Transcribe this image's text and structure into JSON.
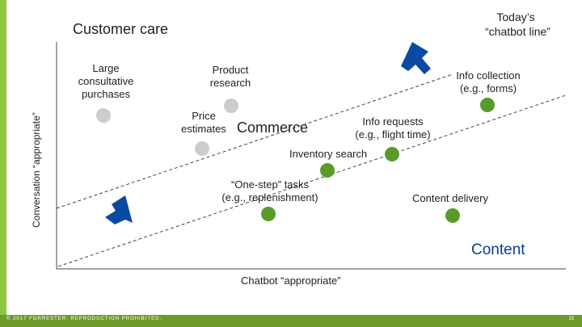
{
  "labels": {
    "customer_care": "Customer care",
    "todays_line_1": "Today’s",
    "todays_line_2": "“chatbot line”",
    "commerce": "Commerce",
    "content": "Content",
    "y_axis": "Conversation “appropriate”",
    "x_axis": "Chatbot “appropriate”"
  },
  "items": {
    "large_consultative": [
      "Large",
      "consultative",
      "purchases"
    ],
    "product_research": [
      "Product",
      "research"
    ],
    "price_estimates": [
      "Price",
      "estimates"
    ],
    "info_collection": [
      "Info collection",
      "(e.g., forms)"
    ],
    "info_requests": [
      "Info requests",
      "(e.g., flight time)"
    ],
    "inventory_search": "Inventory search",
    "one_step_tasks": [
      "“One-step” tasks",
      "(e.g., replenishment)"
    ],
    "content_delivery": "Content delivery"
  },
  "footer": {
    "copyright": "© 2017 FORRESTER. REPRODUCTION PROHIBITED.",
    "page_number": "15"
  },
  "colors": {
    "green_dot": "#5a9a2c",
    "gray_dot": "#cccccc",
    "arrow": "#0b4aa2",
    "accent_bar": "#8dc63f"
  }
}
